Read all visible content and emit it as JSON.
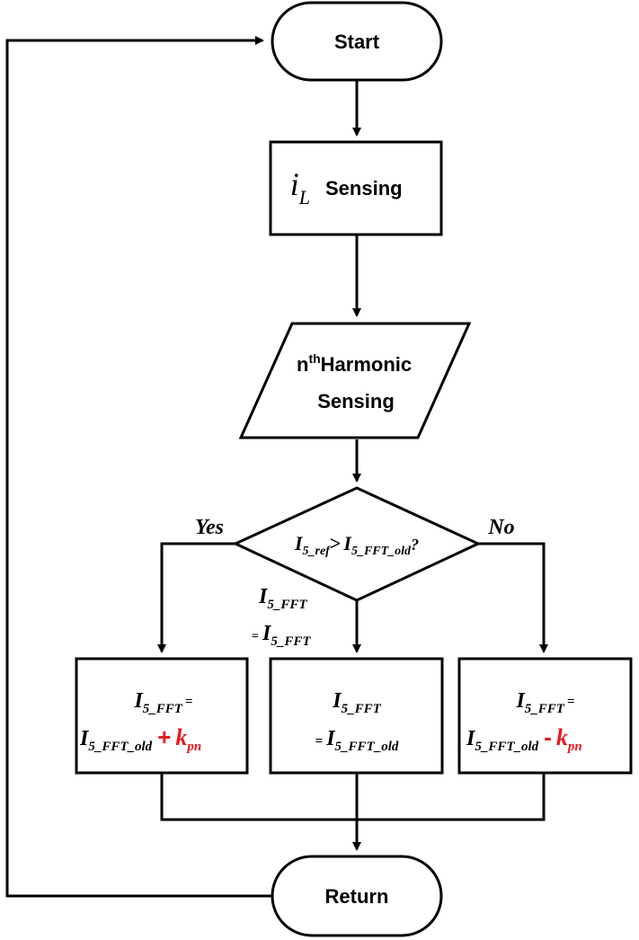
{
  "nodes": {
    "start": {
      "label": "Start"
    },
    "sensing": {
      "var_main": "i",
      "var_sub": "L",
      "label": "Sensing"
    },
    "harmonic": {
      "line1_n": "n",
      "line1_sup": "th",
      "line1_rest": "Harmonic",
      "line2": "Sensing"
    },
    "decision": {
      "lhs_main": "I",
      "lhs_sub": "5_ref",
      "op": ">",
      "rhs_main": "I",
      "rhs_sub": "5_FFT_old",
      "q": "?"
    },
    "yes_box": {
      "l1_main": "I",
      "l1_sub": "5_FFT",
      "l1_eq": "=",
      "l2_main": "I",
      "l2_sub": "5_FFT_old",
      "plus": "+",
      "k_main": "k",
      "k_sub": "pn"
    },
    "mid_box": {
      "l1_main": "I",
      "l1_sub": "5_FFT",
      "l2_eq": "=",
      "l2_main": "I",
      "l2_sub": "5_FFT_old"
    },
    "no_box": {
      "l1_main": "I",
      "l1_sub": "5_FFT",
      "l1_eq": "=",
      "l2_main": "I",
      "l2_sub": "5_FFT_old",
      "minus": "-",
      "k_main": "k",
      "k_sub": "pn"
    },
    "return": {
      "label": "Return"
    }
  },
  "branch_labels": {
    "yes": "Yes",
    "no": "No",
    "equal_l1_main": "I",
    "equal_l1_sub": "5_FFT",
    "equal_l2_eq": "=",
    "equal_l2_main": "I",
    "equal_l2_sub": "5_FFT"
  },
  "colors": {
    "stroke": "#000000",
    "accent": "#e8191e"
  }
}
